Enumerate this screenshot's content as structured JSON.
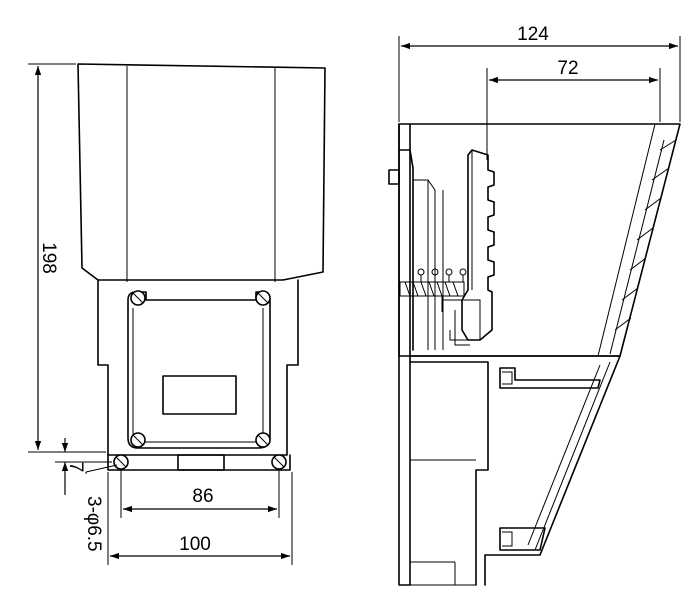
{
  "front_view": {
    "height_label": "198",
    "offset_label": "7",
    "hole_spacing_label": "86",
    "base_width_label": "100",
    "hole_spec_label": "3-φ6.5"
  },
  "side_view": {
    "overall_depth_label": "124",
    "top_depth_label": "72"
  }
}
